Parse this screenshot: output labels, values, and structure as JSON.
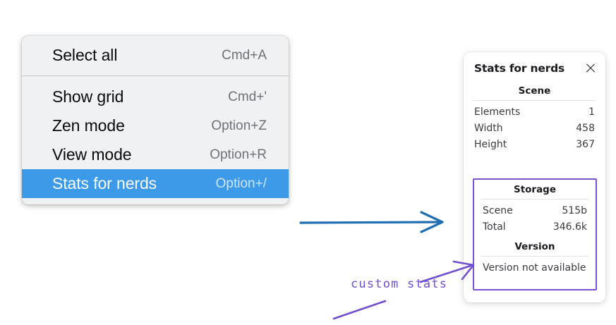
{
  "context_menu": {
    "groups": [
      {
        "items": [
          {
            "label": "Select all",
            "shortcut": "Cmd+A",
            "selected": false
          }
        ]
      },
      {
        "items": [
          {
            "label": "Show grid",
            "shortcut": "Cmd+'",
            "selected": false
          },
          {
            "label": "Zen mode",
            "shortcut": "Option+Z",
            "selected": false
          },
          {
            "label": "View mode",
            "shortcut": "Option+R",
            "selected": false
          },
          {
            "label": "Stats for nerds",
            "shortcut": "Option+/",
            "selected": true
          }
        ]
      }
    ],
    "highlight_color": "#3d9ae8",
    "background_color": "#f0f1f3"
  },
  "stats_panel": {
    "title": "Stats for nerds",
    "close_icon": "close-icon",
    "scene_section": {
      "title": "Scene",
      "rows": [
        {
          "label": "Elements",
          "value": "1"
        },
        {
          "label": "Width",
          "value": "458"
        },
        {
          "label": "Height",
          "value": "367"
        }
      ]
    },
    "storage_section": {
      "title": "Storage",
      "rows": [
        {
          "label": "Scene",
          "value": "515b"
        },
        {
          "label": "Total",
          "value": "346.6k"
        }
      ]
    },
    "version_section": {
      "title": "Version",
      "text": "Version not available"
    },
    "highlight_border_color": "#7b52d1"
  },
  "annotations": {
    "custom_stats_label": "custom stats",
    "blue_arrow_color": "#1f6fb2",
    "purple_arrow_color": "#6f4fd0"
  }
}
